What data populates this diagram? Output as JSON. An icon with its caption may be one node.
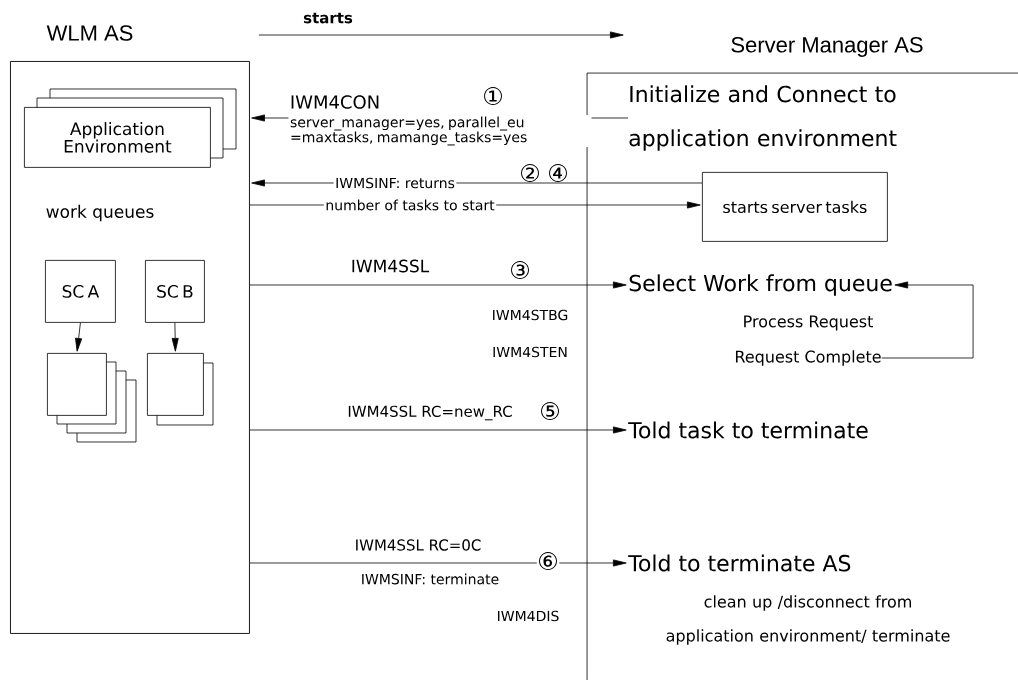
{
  "diagram": {
    "nodes": [
      {
        "text": [
          "WLM AS",
          "work queues"
        ]
      },
      {
        "text": [
          "Server Manager AS"
        ]
      },
      {
        "text": [
          "Application Environment"
        ],
        "in": 0
      },
      {
        "text": [
          "SC A"
        ],
        "in": 0
      },
      {
        "text": [
          "SC B"
        ],
        "in": 0
      },
      {
        "text": [],
        "shape": "box",
        "in": 0
      },
      {
        "text": [],
        "shape": "box",
        "in": 0
      },
      {
        "text": [
          "Initialize and Connect to application environment"
        ],
        "in": 1
      },
      {
        "text": [
          "starts server tasks"
        ],
        "in": 1
      },
      {
        "text": [
          "Select Work from queue"
        ],
        "in": 1
      },
      {
        "text": [
          "Process Request"
        ],
        "in": 1
      },
      {
        "text": [
          "Request Complete"
        ],
        "in": 1
      },
      {
        "text": [
          "Told task to terminate"
        ],
        "in": 1
      },
      {
        "text": [
          "Told to terminate AS"
        ],
        "in": 1
      },
      {
        "text": [
          "clean up /disconnect from application environment/ terminate"
        ],
        "in": 1
      }
    ],
    "edges": [
      {
        "from": 0,
        "to": 1,
        "arrow": "to",
        "label": "starts"
      },
      {
        "from": 7,
        "to": 0,
        "arrow": "to",
        "label": "server_manager=yes, parallel_eu =maxtasks, mamange_tasks=yes"
      },
      {
        "from": 8,
        "to": 0,
        "arrow": "to",
        "label": "IWMSINF: returns"
      },
      {
        "from": 0,
        "to": 8,
        "arrow": "to",
        "label": "number of tasks to start"
      },
      {
        "from": 0,
        "to": 9,
        "arrow": "to",
        "label": "IWM4SSL"
      },
      {
        "from": 11,
        "to": 9,
        "arrow": "to"
      },
      {
        "from": 0,
        "to": 12,
        "arrow": "to",
        "label": "IWM4SSL RC=new_RC"
      },
      {
        "from": 0,
        "to": 13,
        "arrow": "to",
        "label": "IWM4SSL RC=0C"
      },
      {
        "from": 3,
        "to": 5,
        "arrow": "to"
      },
      {
        "from": 4,
        "to": 6,
        "arrow": "to"
      }
    ],
    "labels": [
      "IWM4CON",
      "①",
      "②",
      "④",
      "③",
      "IWM4STBG",
      "IWM4STEN",
      "⑤",
      "⑥",
      "IWMSINF: terminate",
      "IWM4DIS"
    ]
  }
}
